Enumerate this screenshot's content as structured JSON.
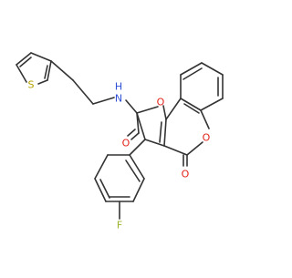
{
  "molecule": {
    "atoms": {
      "sulfur": "S",
      "amide_nitrogen": "N",
      "amide_hydrogen": "H",
      "amide_oxygen": "O",
      "furan_oxygen": "O",
      "lactone_ring_oxygen": "O",
      "lactone_carbonyl_oxygen": "O",
      "fluorine": "F"
    },
    "colors": {
      "bond": "#000000",
      "carbon_bond": "#333333",
      "sulfur": "#b3a100",
      "nitrogen": "#2f4fd6",
      "oxygen": "#e2231a",
      "fluorine": "#9ab42a"
    }
  }
}
